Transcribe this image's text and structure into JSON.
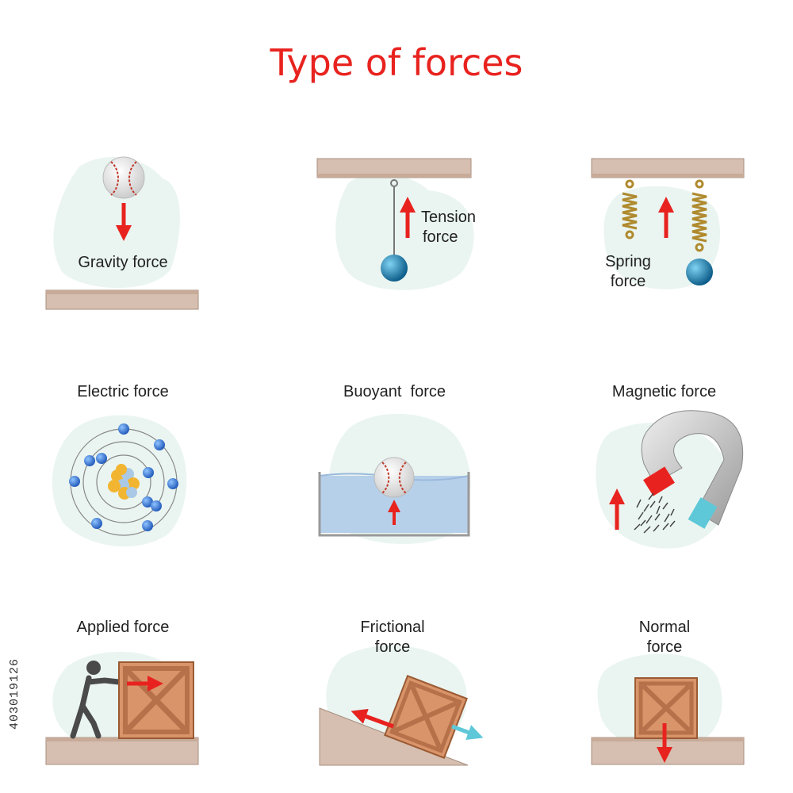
{
  "title": "Type of forces",
  "labels": {
    "gravity": "Gravity force",
    "tension_1": "Tension",
    "tension_2": "force",
    "spring_1": "Spring",
    "spring_2": "force",
    "electric": "Electric force",
    "buoyant": "Buoyant  force",
    "magnetic": "Magnetic force",
    "applied": "Applied force",
    "frictional_1": "Frictional",
    "frictional_2": "force",
    "normal_1": "Normal",
    "normal_2": "force"
  },
  "side_id": "403019126",
  "colors": {
    "title": "#e8231f",
    "arrow_red": "#e8231f",
    "arrow_cyan": "#5ec8d8",
    "blob": "#eaf5f1",
    "ledge": "#d6bfb0",
    "crate": "#d9946a",
    "water": "#b7d0ea",
    "electron": "#2f6fd6",
    "ball_blue": "#1f8fc4"
  }
}
